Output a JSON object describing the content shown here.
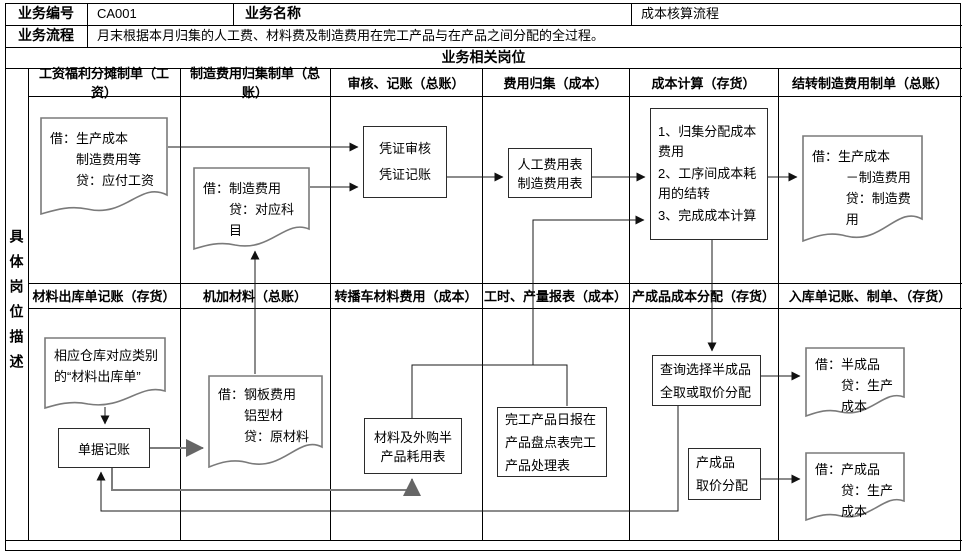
{
  "meta_row": {
    "business_no_label": "业务编号",
    "business_no_value": "CA001",
    "business_name_label": "业务名称",
    "business_name_value": "成本核算流程"
  },
  "process_row": {
    "label": "业务流程",
    "value": "月末根据本月归集的人工费、材料费及制造费用在完工产品与在产品之间分配的全过程。"
  },
  "section_title": "业务相关岗位",
  "side_label": "具体岗位描述",
  "columns_top": [
    "工资福利分摊制单（工资）",
    "制造费用归集制单（总账）",
    "审核、记账（总账）",
    "费用归集（成本）",
    "成本计算（存货）",
    "结转制造费用制单（总账）"
  ],
  "columns_bottom": [
    "材料出库单记账（存货）",
    "机加材料（总账）",
    "转播车材料费用（成本）",
    "工时、产量报表（成本）",
    "产成品成本分配（存货）",
    "入库单记账、制单、（存货）"
  ],
  "nodes": {
    "voucher_wage": {
      "lines": [
        "借：生产成本",
        "制造费用等",
        "贷：应付工资"
      ]
    },
    "voucher_mfg": {
      "lines": [
        "借：制造费用",
        "贷：对应科目"
      ]
    },
    "audit_box": {
      "lines": [
        "凭证审核",
        "凭证记账"
      ]
    },
    "expense_tables": {
      "lines": [
        "人工费用表",
        "制造费用表"
      ]
    },
    "cost_calc": {
      "lines": [
        "1、归集分配成本费用",
        "2、工序间成本耗用的结转",
        "3、完成成本计算"
      ]
    },
    "voucher_transfer": {
      "lines": [
        "借：生产成本",
        "－制造费用",
        "贷：制造费用"
      ]
    },
    "material_issue_doc": {
      "lines": [
        "相应仓库对应类别",
        "的“材料出库单”"
      ]
    },
    "doc_posting": {
      "lines": [
        "单据记账"
      ]
    },
    "voucher_material": {
      "lines": [
        "借：钢板费用",
        "铝型材",
        "贷：原材料"
      ]
    },
    "material_consumption": {
      "lines": [
        "材料及外购半",
        "产品耗用表"
      ]
    },
    "daily_report": {
      "lines": [
        "完工产品日报在",
        "产品盘点表完工",
        "产品处理表"
      ]
    },
    "query_semi": {
      "lines": [
        "查询选择半成品",
        "全取或取价分配"
      ]
    },
    "finished_pricing": {
      "lines": [
        "产成品",
        "取价分配"
      ]
    },
    "voucher_semi": {
      "lines": [
        "借：半成品",
        "贷：生产成本"
      ]
    },
    "voucher_finished": {
      "lines": [
        "借：产成品",
        "贷：生产成本"
      ]
    }
  },
  "colors": {
    "table_border": "#000000",
    "box_border": "#2b2b2b",
    "doc_border": "#7a7a7a",
    "connector": "#1a1a1a",
    "background": "#ffffff"
  }
}
